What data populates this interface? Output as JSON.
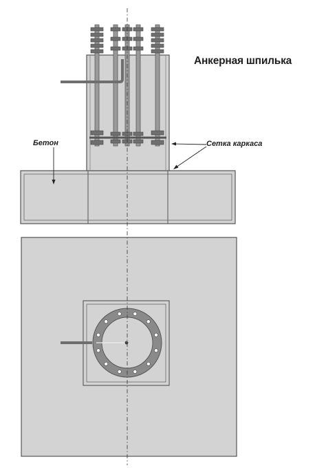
{
  "labels": {
    "anchor": "Анкерная шпилька",
    "concrete": "Бетон",
    "mesh": "Сетка каркаса"
  },
  "colors": {
    "concrete_fill": "#d3d3d3",
    "line": "#555555",
    "steel": "#707070",
    "ring": "#8a8a8a",
    "dashed_axis": "#333333"
  }
}
